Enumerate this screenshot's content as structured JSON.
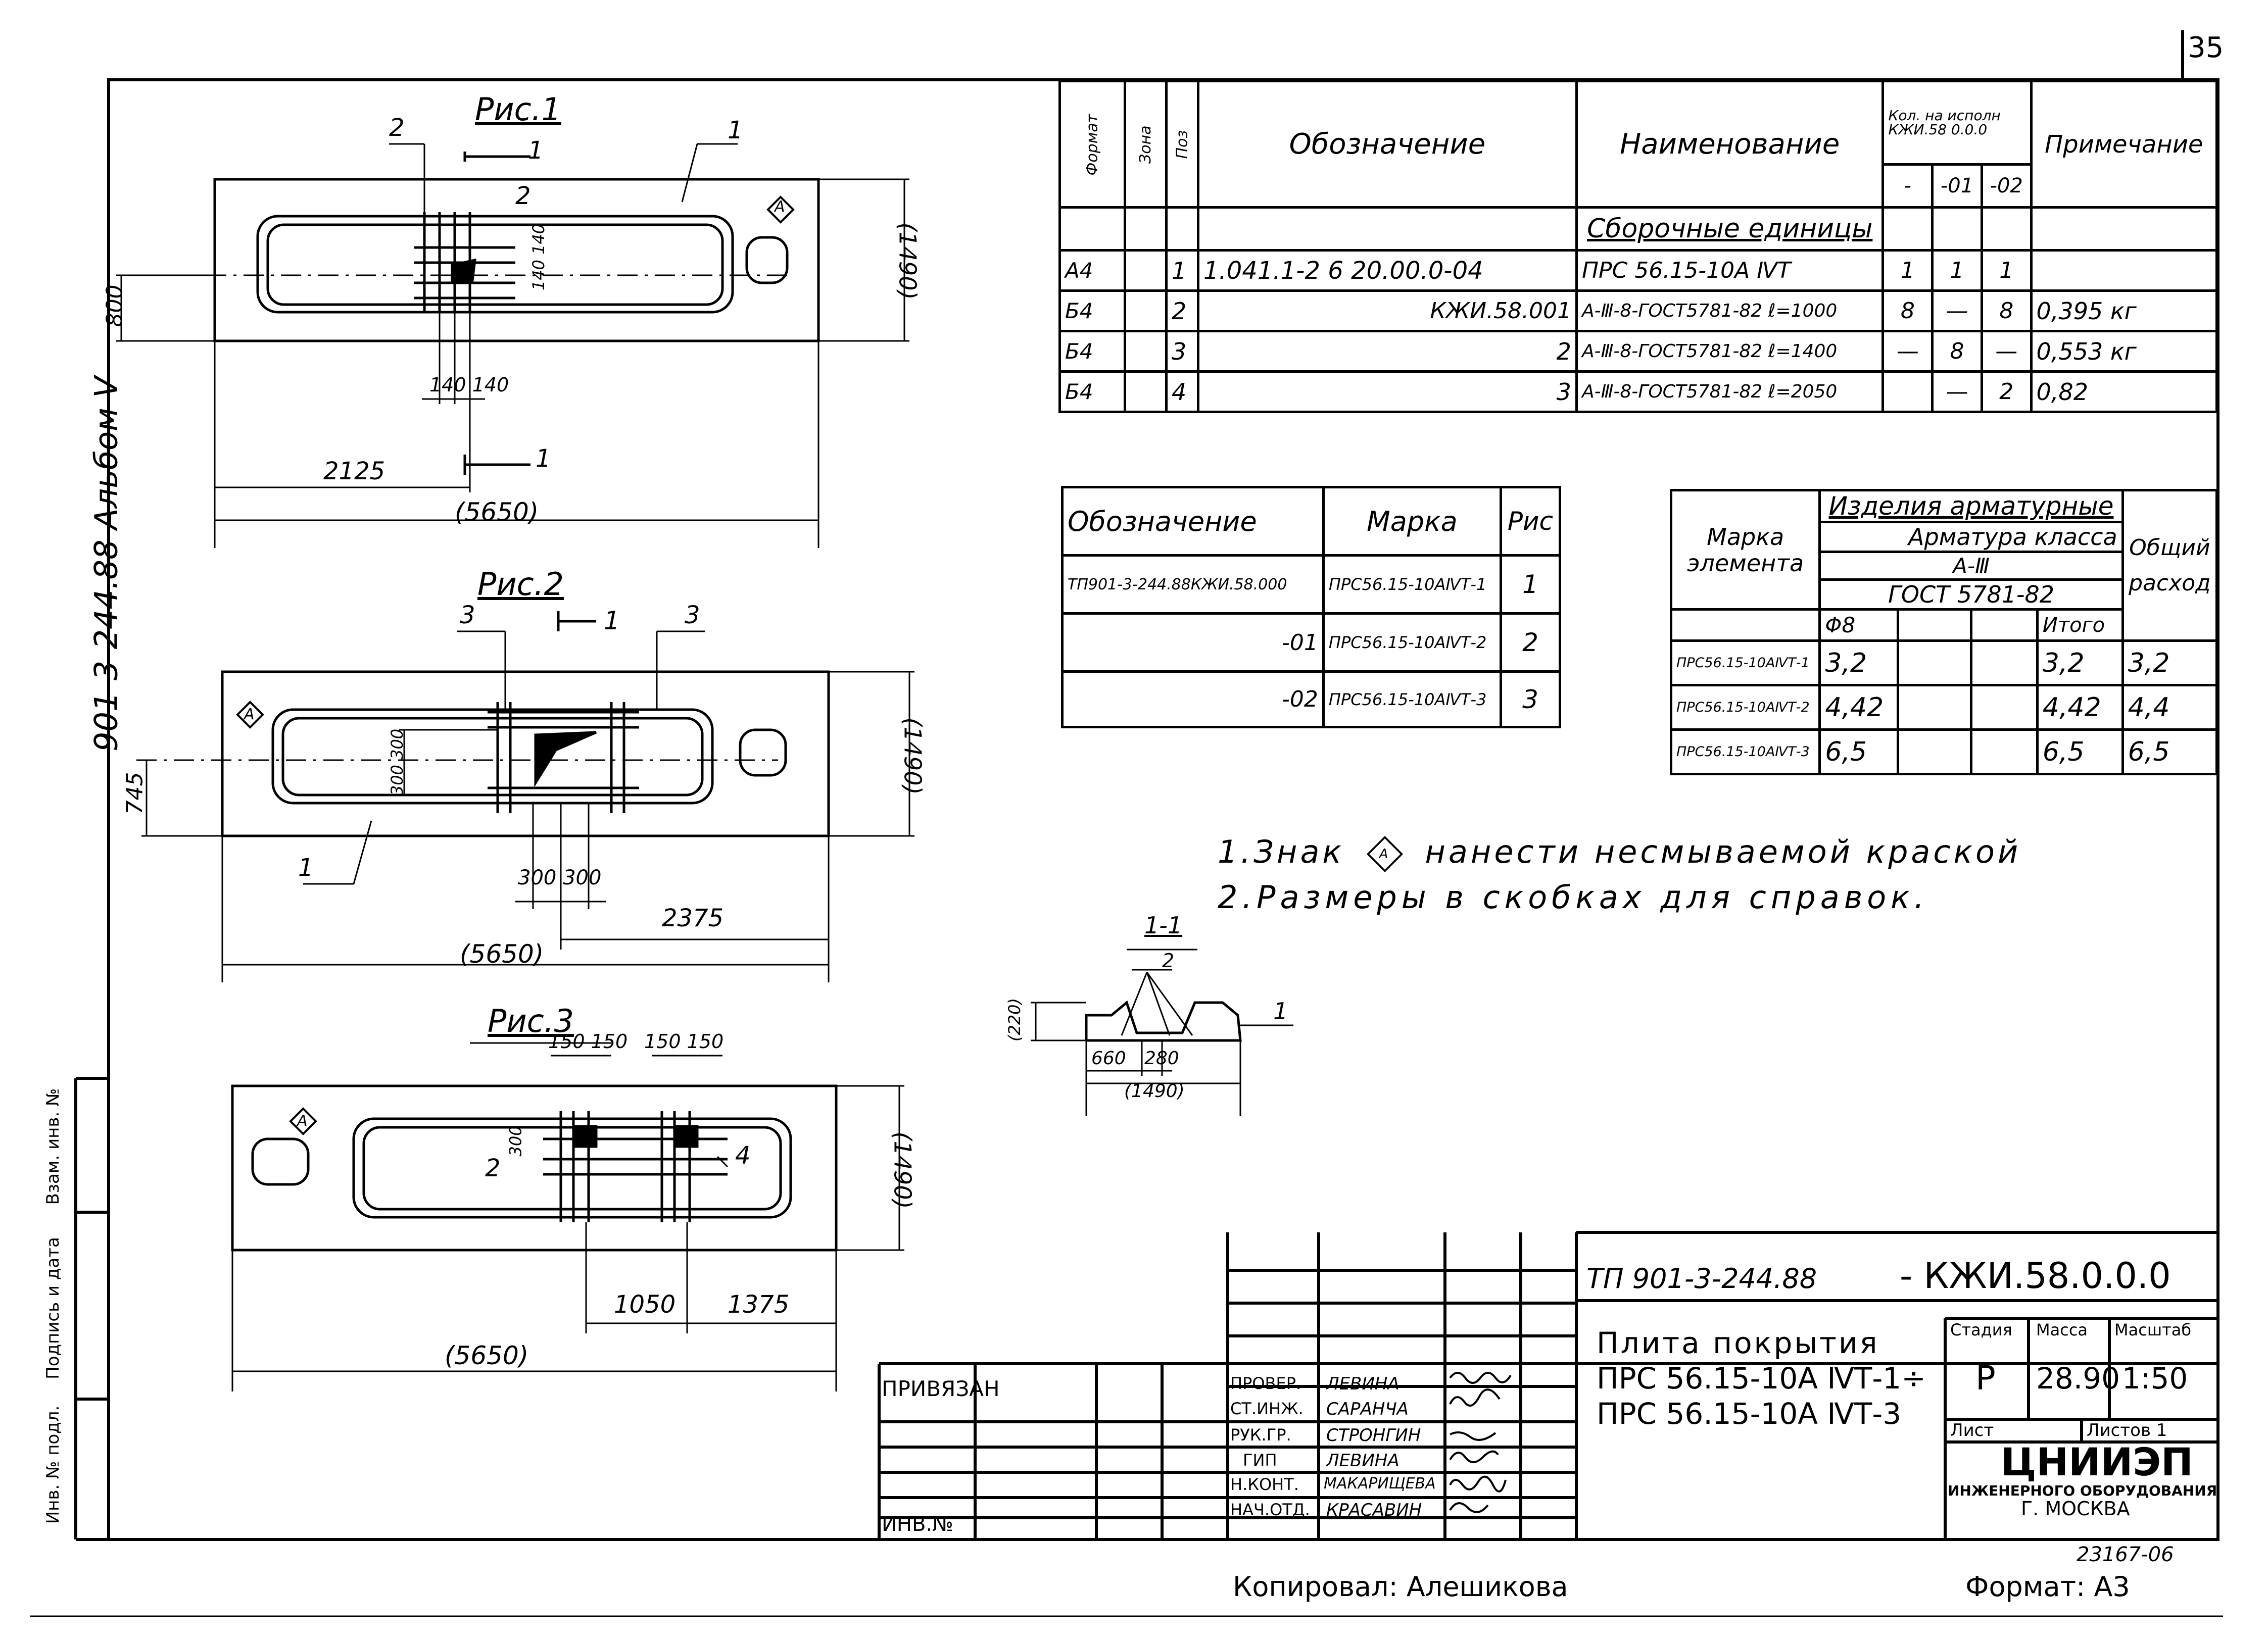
{
  "page_number": "35",
  "side_label": "901-3-244.88 Альбом Ⅴ",
  "left_stamp": [
    "Инв. № подл.",
    "Подпись и дата",
    "Взам. инв. №"
  ],
  "marker_letter": "А",
  "figures": {
    "fig1": {
      "title": "Рис.1",
      "section_mark": "1",
      "pos_labels": [
        "2",
        "1",
        "2"
      ],
      "dims": {
        "height_left": "800",
        "length_total": "(5650)",
        "length_part": "2125",
        "width_right": "(1490)",
        "spacing_bottom": "140 140",
        "spacing_side": "140 140"
      }
    },
    "fig2": {
      "title": "Рис.2",
      "section_mark": "1",
      "pos_labels": [
        "3",
        "3",
        "1"
      ],
      "dims": {
        "height_left": "745",
        "length_total": "(5650)",
        "length_part": "2375",
        "width_right": "(1490)",
        "spacing_bottom": "300 300",
        "spacing_side": "300 300"
      }
    },
    "fig3": {
      "title": "Рис.3",
      "pos_labels": [
        "2",
        "4"
      ],
      "dims": {
        "spacing_top_a": "150 150",
        "spacing_top_b": "150 150",
        "side": "300",
        "length_a": "1050",
        "length_b": "1375",
        "length_total": "(5650)",
        "width_right": "(1490)"
      }
    }
  },
  "section": {
    "title": "1-1",
    "pos_top": "2",
    "pos_right": "1",
    "height": "(220)",
    "dim_a": "660",
    "dim_b": "280",
    "width": "(1490)"
  },
  "spec_table": {
    "headers": {
      "format": "Формат",
      "zone": "Зона",
      "pos": "Поз",
      "designation": "Обозначение",
      "name": "Наименование",
      "qty_header": "Кол. на исполн КЖИ.58 0.0.0",
      "qty_cols": [
        "-",
        "-01",
        "-02"
      ],
      "note": "Примечание"
    },
    "section_title": "Сборочные единицы",
    "rows": [
      {
        "format": "А4",
        "zone": "",
        "pos": "1",
        "designation": "1.041.1-2 6 20.00.0-04",
        "name": "ПРС 56.15-10А ⅣТ",
        "q0": "1",
        "q1": "1",
        "q2": "1",
        "note": ""
      },
      {
        "format": "Б4",
        "zone": "",
        "pos": "2",
        "designation": "КЖИ.58.001",
        "name": "A-Ⅲ-8-ГОСТ5781-82 ℓ=1000",
        "q0": "8",
        "q1": "—",
        "q2": "8",
        "note": "0,395 кг"
      },
      {
        "format": "Б4",
        "zone": "",
        "pos": "3",
        "designation": "2",
        "name": "A-Ⅲ-8-ГОСТ5781-82 ℓ=1400",
        "q0": "—",
        "q1": "8",
        "q2": "—",
        "note": "0,553 кг"
      },
      {
        "format": "Б4",
        "zone": "",
        "pos": "4",
        "designation": "3",
        "name": "A-Ⅲ-8-ГОСТ5781-82 ℓ=2050",
        "q0": "",
        "q1": "—",
        "q2": "2",
        "note": "0,82"
      }
    ]
  },
  "mark_table": {
    "headers": {
      "designation": "Обозначение",
      "mark": "Марка",
      "fig": "Рис"
    },
    "rows": [
      {
        "designation": "ТП901-3-244.88КЖИ.58.000",
        "mark": "ПРС56.15-10АⅣТ-1",
        "fig": "1"
      },
      {
        "designation": "-01",
        "mark": "ПРС56.15-10АⅣТ-2",
        "fig": "2"
      },
      {
        "designation": "-02",
        "mark": "ПРС56.15-10АⅣТ-3",
        "fig": "3"
      }
    ]
  },
  "steel_table": {
    "headers": {
      "element": "Марка элемента",
      "group": "Изделия арматурные",
      "class": "Арматура класса",
      "class_value": "А-Ⅲ",
      "standard": "ГОСТ 5781-82",
      "diameter": "Φ8",
      "total": "Итого",
      "overall": "Общий расход"
    },
    "rows": [
      {
        "mark": "ПРС56.15-10АⅣТ-1",
        "d8": "3,2",
        "total": "3,2",
        "overall": "3,2"
      },
      {
        "mark": "ПРС56.15-10АⅣТ-2",
        "d8": "4,42",
        "total": "4,42",
        "overall": "4,4"
      },
      {
        "mark": "ПРС56.15-10АⅣТ-3",
        "d8": "6,5",
        "total": "6,5",
        "overall": "6,5"
      }
    ]
  },
  "notes": {
    "n1_pre": "1.Знак",
    "n1_post": "нанести несмываемой краской",
    "n2": "2.Размеры в скобках для справок."
  },
  "title_block": {
    "code_left": "ТП 901-3-244.88",
    "code_right": "- КЖИ.58.0.0.0",
    "name_lines": [
      "Плита покрытия",
      "ПРС 56.15-10А ⅣТ-1÷",
      "ПРС 56.15-10А ⅣТ-3"
    ],
    "head_stage": "Стадия",
    "head_mass": "Масса",
    "head_scale": "Масштаб",
    "stage": "Р",
    "mass": "28.90",
    "scale": "1:50",
    "sheet": "Лист",
    "sheets": "Листов 1",
    "org": "ЦНИИЭП",
    "org_sub": "инженерного оборудования",
    "city": "г. Москва",
    "bound": "Привязан",
    "inv": "Инв.№",
    "staff": [
      {
        "role": "Провер.",
        "name": "Левина"
      },
      {
        "role": "Ст.инж.",
        "name": "Саранча"
      },
      {
        "role": "Рук.гр.",
        "name": "Стронгин"
      },
      {
        "role": "ГИП",
        "name": "Левина"
      },
      {
        "role": "Н.конт.",
        "name": "Макарищева"
      },
      {
        "role": "Нач.отд.",
        "name": "Красавин"
      }
    ]
  },
  "archive_no": "23167-06",
  "copied": "Копировал: Алешикова",
  "format": "Формат: А3"
}
